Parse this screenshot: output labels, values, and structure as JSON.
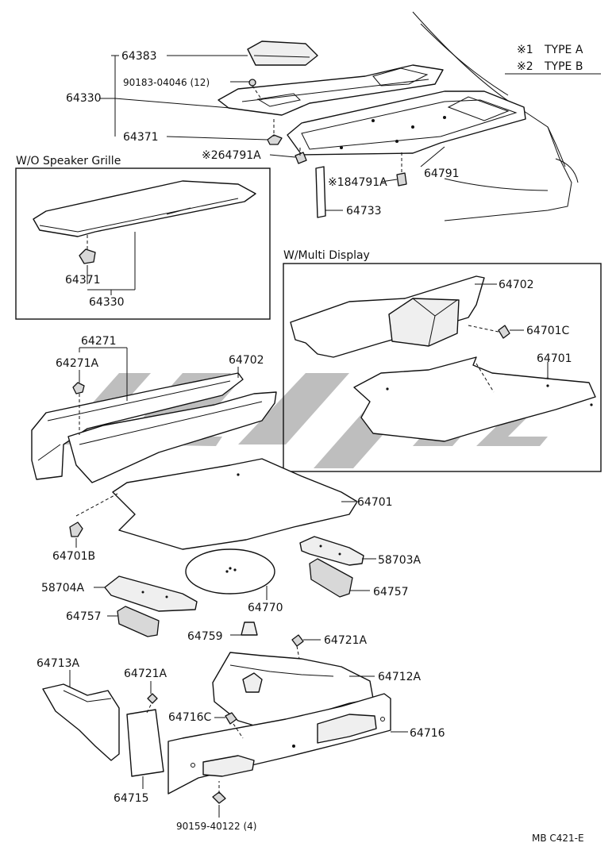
{
  "legend": {
    "line1_mark": "※1",
    "line1_text": "TYPE A",
    "line2_mark": "※2",
    "line2_text": "TYPE B"
  },
  "insets": {
    "wo_speaker_grille": "W/O Speaker Grille",
    "w_multi_display": "W/Multi Display"
  },
  "labels": {
    "p64383": "64383",
    "p90183": "90183-04046 (12)",
    "p64330_main": "64330",
    "p64371_main": "64371",
    "p64791A_b": "※264791A",
    "p64791": "64791",
    "p64791A_a": "※184791A",
    "p64733": "64733",
    "p64371_inset": "64371",
    "p64330_inset": "64330",
    "p64702_inset": "64702",
    "p64701C": "64701C",
    "p64701_inset": "64701",
    "p64271": "64271",
    "p64271A": "64271A",
    "p64702_main": "64702",
    "p64701_main": "64701",
    "p64701B": "64701B",
    "p58703A": "58703A",
    "p64757_r": "64757",
    "p58704A": "58704A",
    "p64770": "64770",
    "p64757_l": "64757",
    "p64759": "64759",
    "p64721A_r": "64721A",
    "p64713A": "64713A",
    "p64721A_l": "64721A",
    "p64712A": "64712A",
    "p64716C": "64716C",
    "p64716": "64716",
    "p64715": "64715",
    "p90159": "90159-40122 (4)"
  },
  "footer_code": "MB C421-E"
}
